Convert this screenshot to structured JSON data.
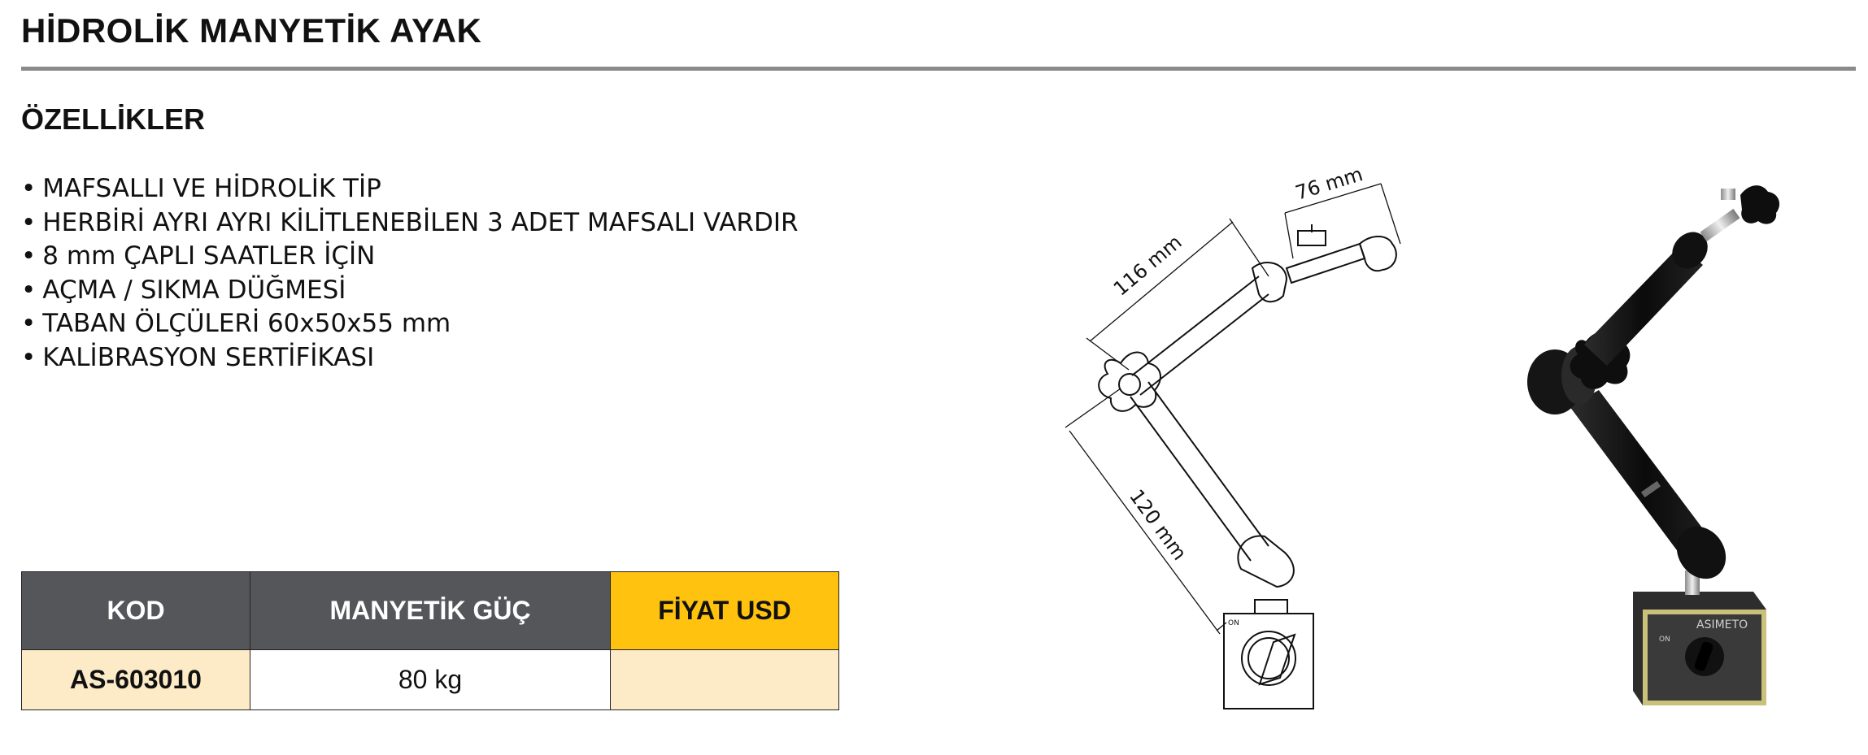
{
  "page": {
    "title": "HİDROLİK MANYETİK AYAK",
    "section_title": "ÖZELLİKLER"
  },
  "features": [
    "MAFSALLI VE HİDROLİK TİP",
    "HERBİRİ AYRI AYRI KİLİTLENEBİLEN 3 ADET MAFSALI VARDIR",
    "8 mm ÇAPLI SAATLER İÇİN",
    "AÇMA / SIKMA DÜĞMESİ",
    "TABAN ÖLÇÜLERİ 60x50x55 mm",
    "KALİBRASYON SERTİFİKASI"
  ],
  "table": {
    "headers": [
      "KOD",
      "MANYETİK GÜÇ",
      "FİYAT USD"
    ],
    "rows": [
      [
        "AS-603010",
        "80 kg",
        ""
      ]
    ]
  },
  "drawing": {
    "dim_tip": "76 mm",
    "dim_upper_arm": "116 mm",
    "dim_lower_arm": "120 mm",
    "switch_label": "ON"
  },
  "photo": {
    "brand_label": "ASIMETO",
    "switch_label": "ON"
  },
  "colors": {
    "header_dark": "#55565a",
    "header_accent": "#ffc20e",
    "row_fill": "#fdebc8",
    "rule": "#8a8a8a"
  }
}
